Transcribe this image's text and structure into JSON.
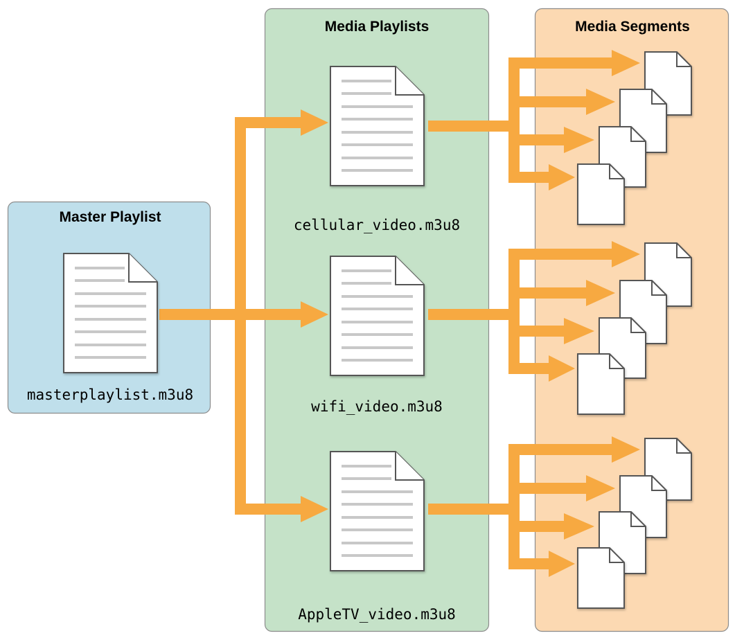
{
  "panels": {
    "master": {
      "title": "Master Playlist"
    },
    "media": {
      "title": "Media Playlists"
    },
    "segments": {
      "title": "Media Segments"
    }
  },
  "master_playlist": {
    "filename": "masterplaylist.m3u8"
  },
  "media_playlists": [
    {
      "filename": "cellular_video.m3u8",
      "segment_count": 4
    },
    {
      "filename": "wifi_video.m3u8",
      "segment_count": 4
    },
    {
      "filename": "AppleTV_video.m3u8",
      "segment_count": 4
    }
  ],
  "colors": {
    "master_panel": "#bfdfeb",
    "media_panel": "#c5e2c8",
    "segments_panel": "#fcd9b2",
    "panel_border": "#8c8c8c",
    "arrow": "#f7a941",
    "doc_fill": "#ffffff",
    "doc_border": "#555555",
    "doc_lines": "#c8c8c8"
  }
}
